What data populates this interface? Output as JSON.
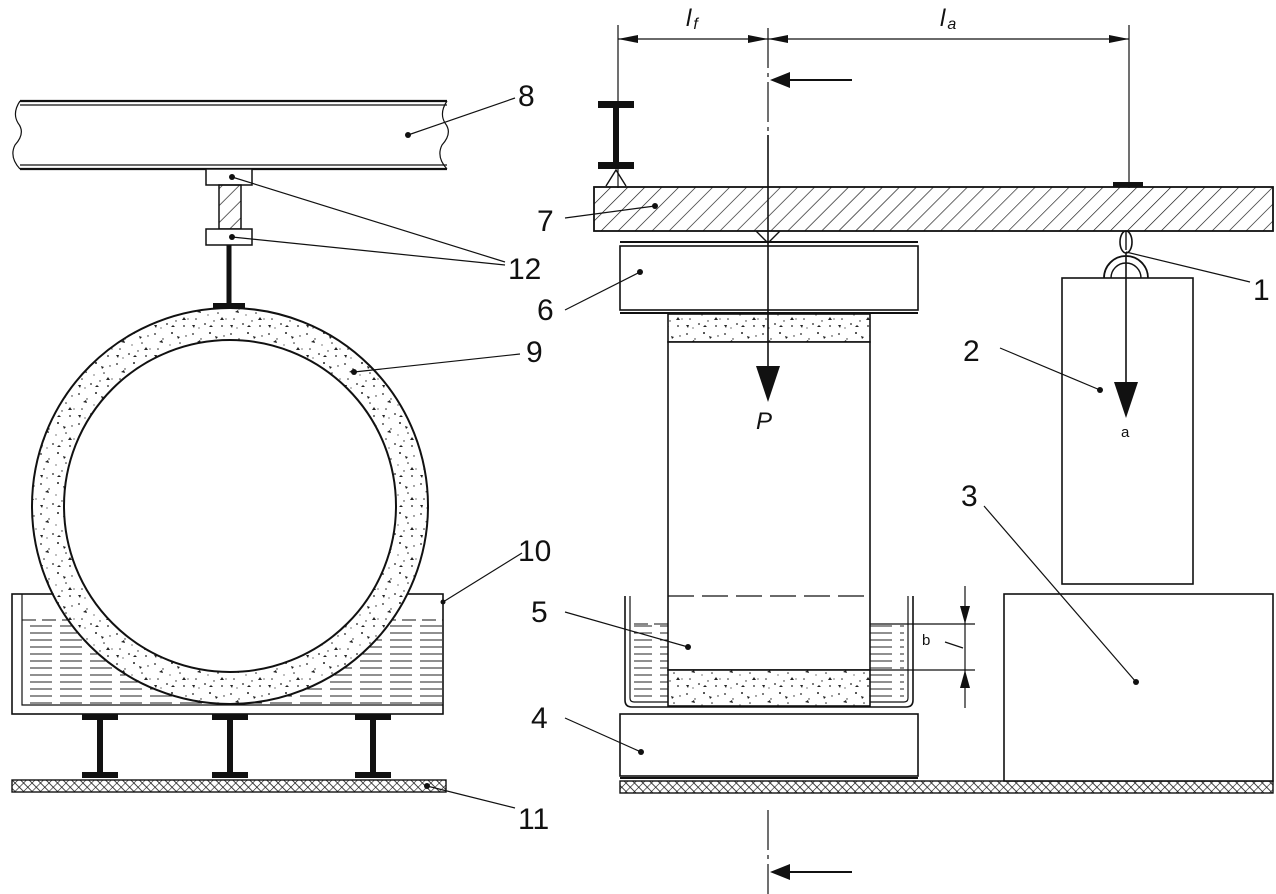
{
  "labels": {
    "n1": "1",
    "n2": "2",
    "n3": "3",
    "n4": "4",
    "n5": "5",
    "n6": "6",
    "n7": "7",
    "n8": "8",
    "n9": "9",
    "n10": "10",
    "n11": "11",
    "n12": "12",
    "lf_l": "l",
    "lf_sub": "f",
    "la_l": "l",
    "la_sub": "a",
    "P": "P",
    "a": "a",
    "b": "b"
  },
  "colors": {
    "line": "#111111",
    "fill": "#ffffff"
  },
  "icons": [
    "i-beam-icon",
    "load-arrow-icon",
    "section-arrow-icon",
    "dimension-arrow-icon"
  ]
}
